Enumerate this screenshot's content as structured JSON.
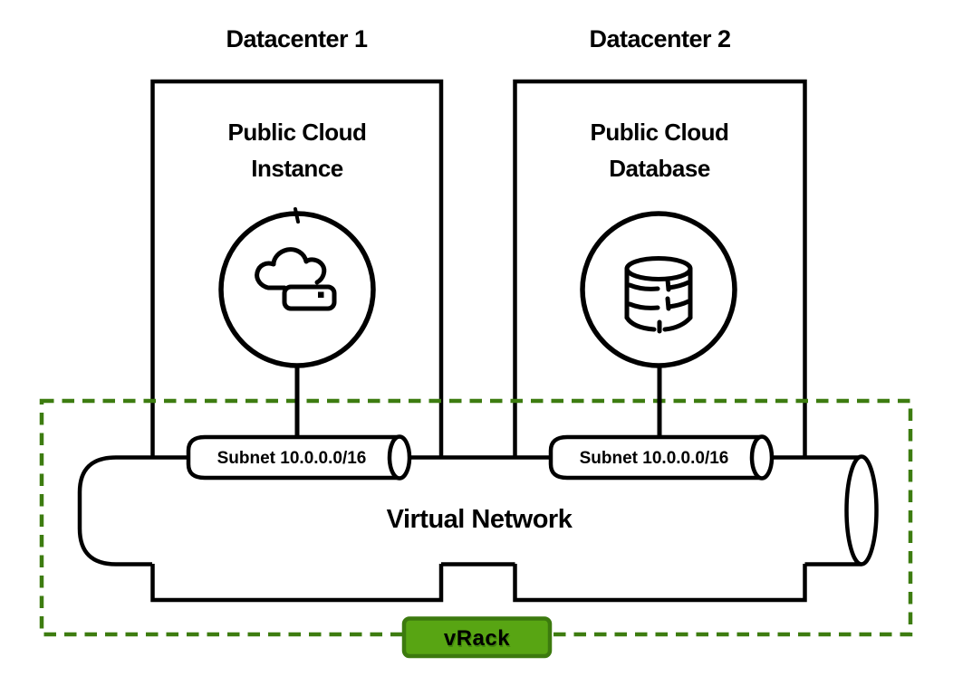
{
  "diagram": {
    "datacenters": [
      {
        "title": "Datacenter 1",
        "node_line1": "Public Cloud",
        "node_line2": "Instance",
        "icon": "cloud-instance-icon",
        "subnet_label": "Subnet 10.0.0.0/16"
      },
      {
        "title": "Datacenter 2",
        "node_line1": "Public Cloud",
        "node_line2": "Database",
        "icon": "database-icon",
        "subnet_label": "Subnet 10.0.0.0/16"
      }
    ],
    "virtual_network_label": "Virtual Network",
    "vrack_label": "vRack",
    "colors": {
      "line_black": "#000000",
      "background": "#ffffff",
      "vrack_dash_green": "#3d7c10",
      "vrack_button_fill": "#58a513",
      "vrack_button_border": "#3c7a0e",
      "vrack_text": "#ffffff"
    }
  }
}
